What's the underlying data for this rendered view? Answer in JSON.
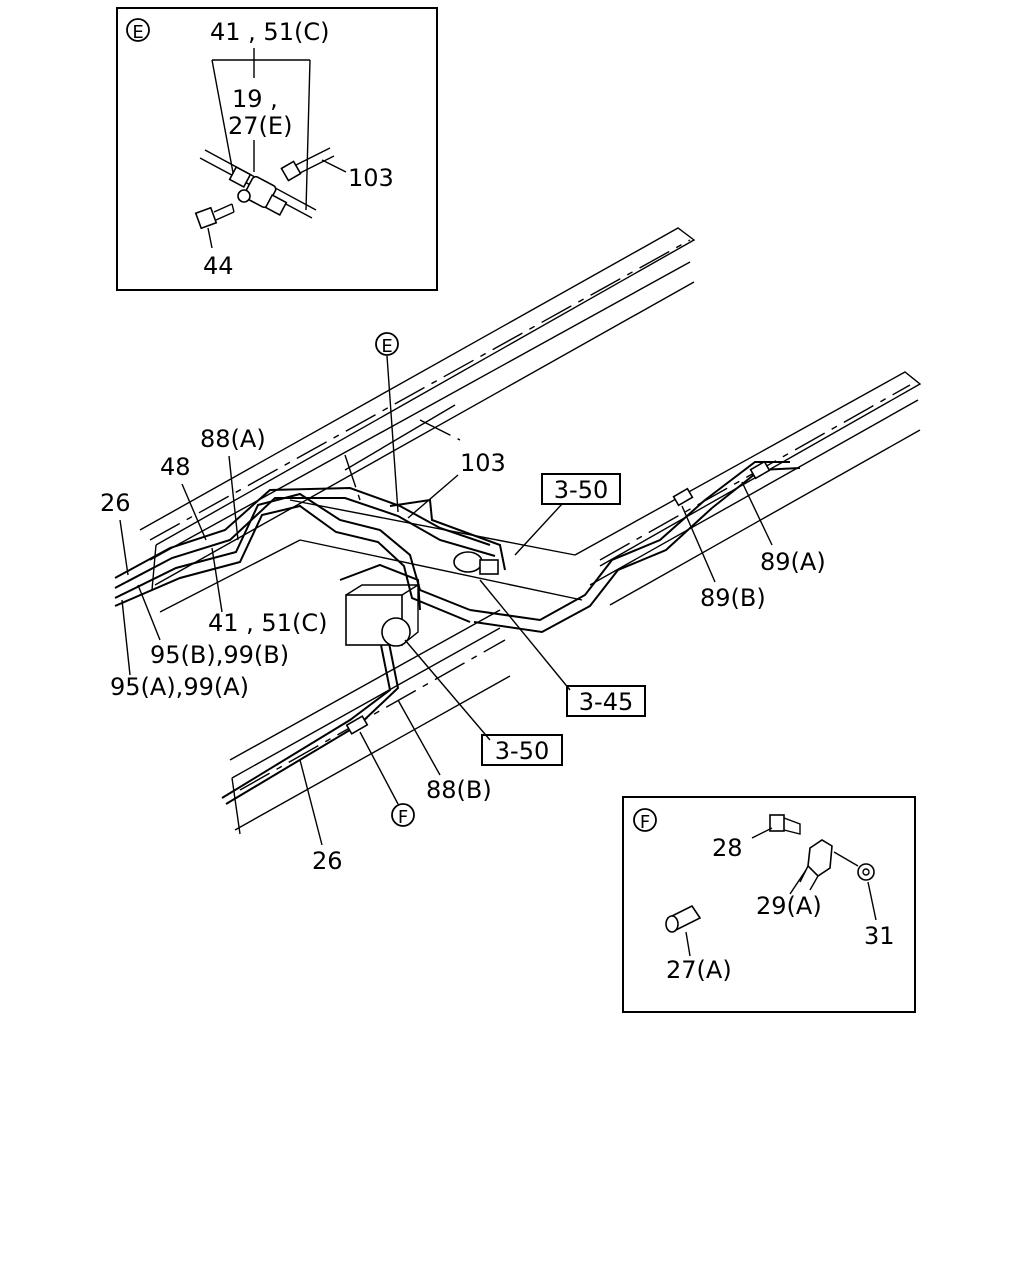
{
  "callouts": {
    "detail_e_mark": "E",
    "detail_e_top": "41 , 51(C)",
    "detail_e_19": "19 ,",
    "detail_e_27e": "27(E)",
    "detail_e_103": "103",
    "detail_e_44": "44",
    "main_e_mark": "E",
    "main_88a": "88(A)",
    "main_48": "48",
    "main_26_left": "26",
    "main_103": "103",
    "main_4151c": "41 , 51(C)",
    "main_95b99b": "95(B),99(B)",
    "main_95a99a": "95(A),99(A)",
    "main_89a": "89(A)",
    "main_89b": "89(B)",
    "main_88b": "88(B)",
    "main_f_mark": "F",
    "main_26_bottom": "26",
    "detail_f_mark": "F",
    "detail_f_28": "28",
    "detail_f_29a": "29(A)",
    "detail_f_31": "31",
    "detail_f_27a": "27(A)"
  },
  "references": {
    "ref_3_50_top": "3-50",
    "ref_3_45": "3-45",
    "ref_3_50_bottom": "3-50"
  }
}
